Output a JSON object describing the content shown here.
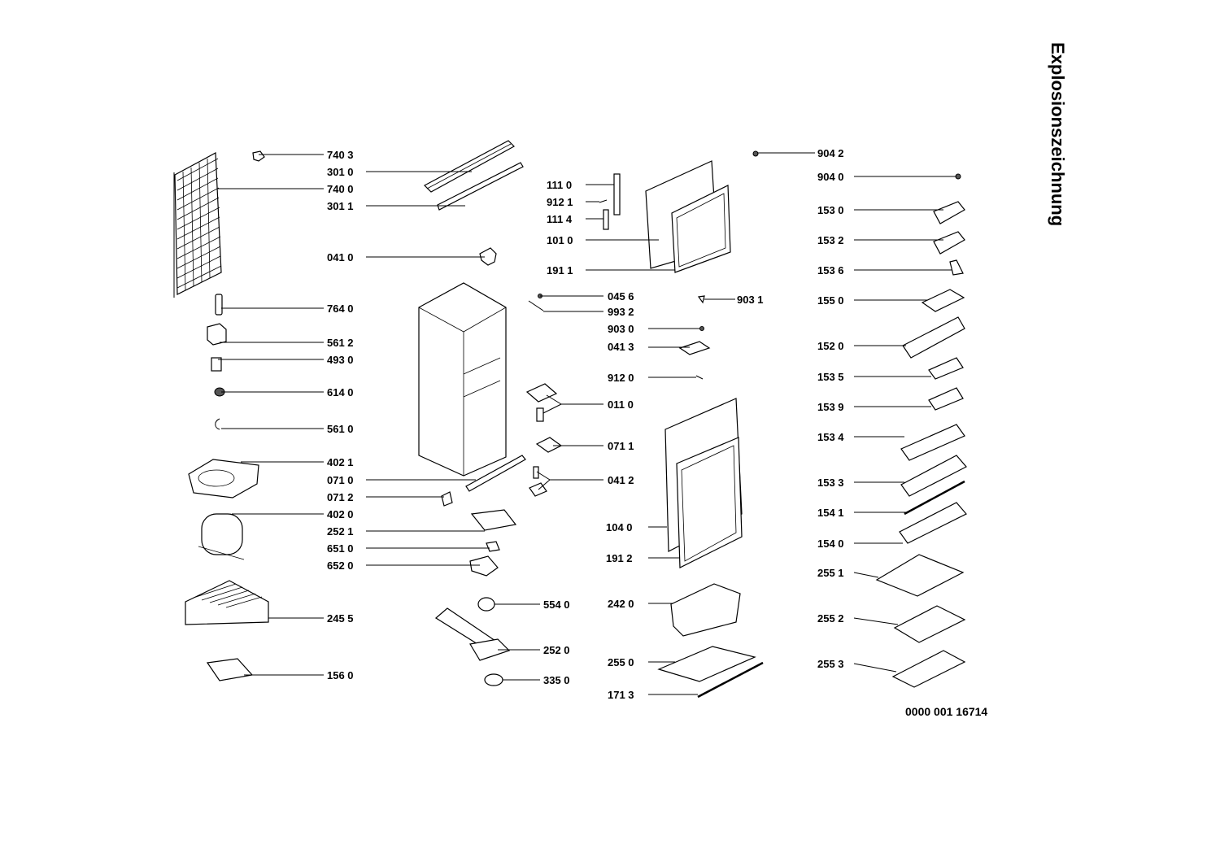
{
  "title": "Explosionszeichnung",
  "document_number": "0000 001 16714",
  "parts": [
    {
      "id": "p7403",
      "label": "740 3"
    },
    {
      "id": "p3010",
      "label": "301 0"
    },
    {
      "id": "p7400",
      "label": "740 0"
    },
    {
      "id": "p3011",
      "label": "301 1"
    },
    {
      "id": "p0410",
      "label": "041 0"
    },
    {
      "id": "p7640",
      "label": "764 0"
    },
    {
      "id": "p5612",
      "label": "561 2"
    },
    {
      "id": "p4930",
      "label": "493 0"
    },
    {
      "id": "p6140",
      "label": "614 0"
    },
    {
      "id": "p5610",
      "label": "561 0"
    },
    {
      "id": "p4021",
      "label": "402 1"
    },
    {
      "id": "p0710",
      "label": "071 0"
    },
    {
      "id": "p0712",
      "label": "071 2"
    },
    {
      "id": "p4020",
      "label": "402 0"
    },
    {
      "id": "p2521",
      "label": "252 1"
    },
    {
      "id": "p6510",
      "label": "651 0"
    },
    {
      "id": "p6520",
      "label": "652 0"
    },
    {
      "id": "p2455",
      "label": "245 5"
    },
    {
      "id": "p1560",
      "label": "156 0"
    },
    {
      "id": "p5540",
      "label": "554 0"
    },
    {
      "id": "p2520",
      "label": "252 0"
    },
    {
      "id": "p3350",
      "label": "335 0"
    },
    {
      "id": "p1110",
      "label": "111 0"
    },
    {
      "id": "p9121",
      "label": "912 1"
    },
    {
      "id": "p1114",
      "label": "111 4"
    },
    {
      "id": "p1010",
      "label": "101 0"
    },
    {
      "id": "p1911",
      "label": "191 1"
    },
    {
      "id": "p0456",
      "label": "045 6"
    },
    {
      "id": "p9932",
      "label": "993 2"
    },
    {
      "id": "p9031",
      "label": "903 1"
    },
    {
      "id": "p9030",
      "label": "903 0"
    },
    {
      "id": "p0413",
      "label": "041 3"
    },
    {
      "id": "p9120",
      "label": "912 0"
    },
    {
      "id": "p0110",
      "label": "011 0"
    },
    {
      "id": "p0711",
      "label": "071 1"
    },
    {
      "id": "p0412",
      "label": "041 2"
    },
    {
      "id": "p1040",
      "label": "104 0"
    },
    {
      "id": "p1912",
      "label": "191 2"
    },
    {
      "id": "p2420",
      "label": "242 0"
    },
    {
      "id": "p2550",
      "label": "255 0"
    },
    {
      "id": "p1713",
      "label": "171 3"
    },
    {
      "id": "p9042",
      "label": "904 2"
    },
    {
      "id": "p9040",
      "label": "904 0"
    },
    {
      "id": "p1530",
      "label": "153 0"
    },
    {
      "id": "p1532",
      "label": "153 2"
    },
    {
      "id": "p1536",
      "label": "153 6"
    },
    {
      "id": "p1550",
      "label": "155 0"
    },
    {
      "id": "p1520",
      "label": "152 0"
    },
    {
      "id": "p1535",
      "label": "153 5"
    },
    {
      "id": "p1539",
      "label": "153 9"
    },
    {
      "id": "p1534",
      "label": "153 4"
    },
    {
      "id": "p1533",
      "label": "153 3"
    },
    {
      "id": "p1541",
      "label": "154 1"
    },
    {
      "id": "p1540",
      "label": "154 0"
    },
    {
      "id": "p2551",
      "label": "255 1"
    },
    {
      "id": "p2552",
      "label": "255 2"
    },
    {
      "id": "p2553",
      "label": "255 3"
    }
  ]
}
